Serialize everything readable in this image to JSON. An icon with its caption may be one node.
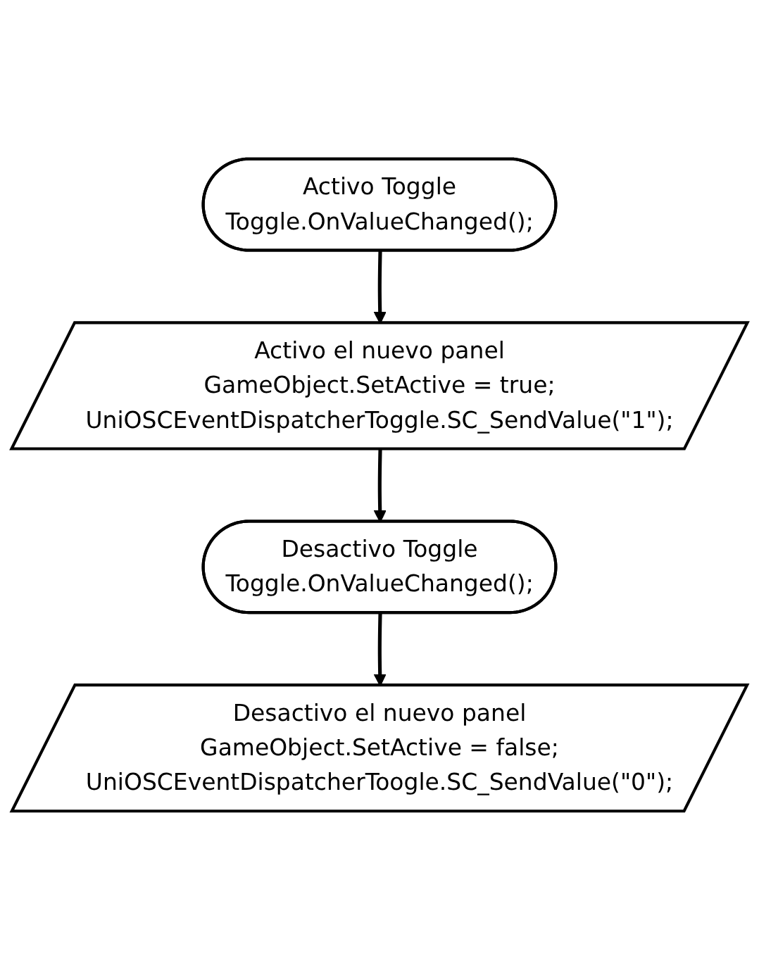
{
  "diagram": {
    "nodes": [
      {
        "text": [
          "Activo Toggle",
          "Toggle.OnValueChanged();"
        ]
      },
      {
        "text": [
          "Activo el nuevo panel",
          "GameObject.SetActive = true;",
          "UniOSCEventDispatcherToggle.SC_SendValue(\"1\");"
        ]
      },
      {
        "text": [
          "Desactivo Toggle",
          "Toggle.OnValueChanged();"
        ]
      },
      {
        "text": [
          "Desactivo el nuevo panel",
          "GameObject.SetActive = false;",
          "UniOSCEventDispatcherToogle.SC_SendValue(\"0\");"
        ]
      }
    ],
    "edges": [
      {
        "from": 0,
        "to": 1,
        "arrow": "to"
      },
      {
        "from": 1,
        "to": 2,
        "arrow": "to"
      },
      {
        "from": 2,
        "to": 3,
        "arrow": "to"
      }
    ]
  }
}
